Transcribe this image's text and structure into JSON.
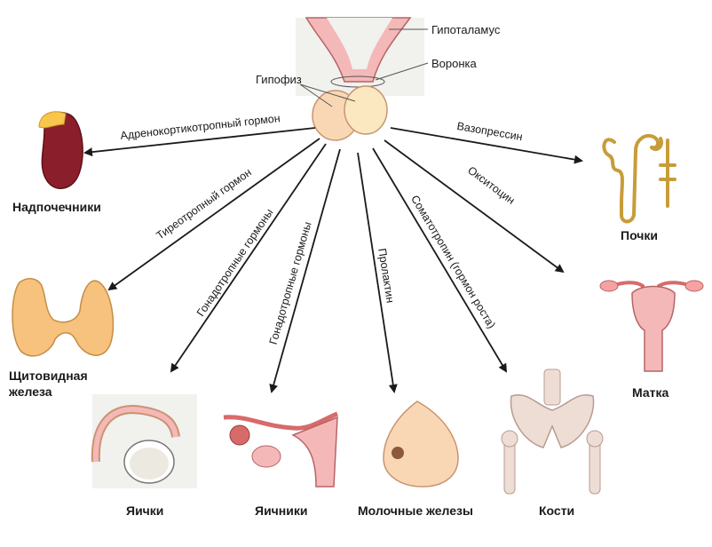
{
  "hypothalamus_label": "Гипоталамус",
  "funnel_label": "Воронка",
  "pituitary_label": "Гипофиз",
  "organs": {
    "adrenal": "Надпочечники",
    "kidneys": "Почки",
    "thyroid_line1": "Щитовидная",
    "thyroid_line2": "железа",
    "uterus": "Матка",
    "testes": "Яички",
    "ovaries": "Яичники",
    "breast": "Молочные железы",
    "bones": "Кости"
  },
  "hormones": {
    "acth": "Адренокортикотропный гормон",
    "vasopressin": "Вазопрессин",
    "tsh": "Тиреотропный гормон",
    "gonadotropic_1": "Гонадотропные гормоны",
    "gonadotropic_2": "Гонадотропные гормоны",
    "prolactin": "Пролактин",
    "somatotropin": "Соматотропин (гормон роста)",
    "oxytocin": "Окситоцин"
  },
  "colors": {
    "tissue_pink": "#f5b8b8",
    "gland_skin": "#f9d7b5",
    "gland_light": "#fbe8c0",
    "adrenal_red": "#8a1f2b",
    "adrenal_yellow": "#f7c64a",
    "thyroid": "#f6c27e",
    "bone": "#eeddd5",
    "arrow": "#1a1a1a"
  }
}
